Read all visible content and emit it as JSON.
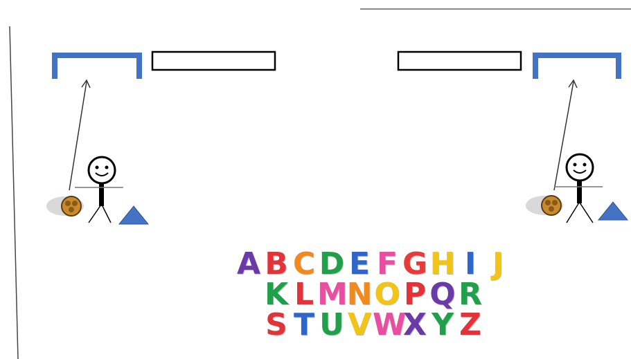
{
  "colors": {
    "goal": "#4472c4",
    "triangle": "#4472c4",
    "stroke": "#000000",
    "ball": "#c98a2c",
    "ball_dark": "#5a3a12",
    "line": "#555555"
  },
  "items": {
    "left_goal": "goal-icon",
    "right_goal": "goal-icon",
    "left_player": "stick-figure-icon",
    "right_player": "stick-figure-icon",
    "left_ball": "ball-icon",
    "right_ball": "ball-icon",
    "left_cone": "triangle-icon",
    "right_cone": "triangle-icon"
  },
  "alphabet": {
    "rows": [
      [
        {
          "ch": "A",
          "color": "#6a3aa6"
        },
        {
          "ch": "B",
          "color": "#e2323a"
        },
        {
          "ch": "C",
          "color": "#f08a1c"
        },
        {
          "ch": "D",
          "color": "#20a04a"
        },
        {
          "ch": "E",
          "color": "#2f66c9"
        },
        {
          "ch": "F",
          "color": "#e84fa0"
        },
        {
          "ch": "G",
          "color": "#e53b3b"
        },
        {
          "ch": "H",
          "color": "#f2c415"
        },
        {
          "ch": "I",
          "color": "#2f66c9"
        },
        {
          "ch": "J",
          "color": "#f2c415"
        }
      ],
      [
        {
          "ch": "K",
          "color": "#20a04a"
        },
        {
          "ch": "L",
          "color": "#e2323a"
        },
        {
          "ch": "M",
          "color": "#e84fa0"
        },
        {
          "ch": "N",
          "color": "#f08a1c"
        },
        {
          "ch": "O",
          "color": "#f2c415"
        },
        {
          "ch": "P",
          "color": "#e2323a"
        },
        {
          "ch": "Q",
          "color": "#6a3aa6"
        },
        {
          "ch": "R",
          "color": "#20a04a"
        }
      ],
      [
        {
          "ch": "S",
          "color": "#e2323a"
        },
        {
          "ch": "T",
          "color": "#2f66c9"
        },
        {
          "ch": "U",
          "color": "#20a04a"
        },
        {
          "ch": "V",
          "color": "#f2c415"
        },
        {
          "ch": "W",
          "color": "#e84fa0"
        },
        {
          "ch": "X",
          "color": "#6a3aa6"
        },
        {
          "ch": "Y",
          "color": "#20a04a"
        },
        {
          "ch": "Z",
          "color": "#e2323a"
        }
      ]
    ]
  }
}
